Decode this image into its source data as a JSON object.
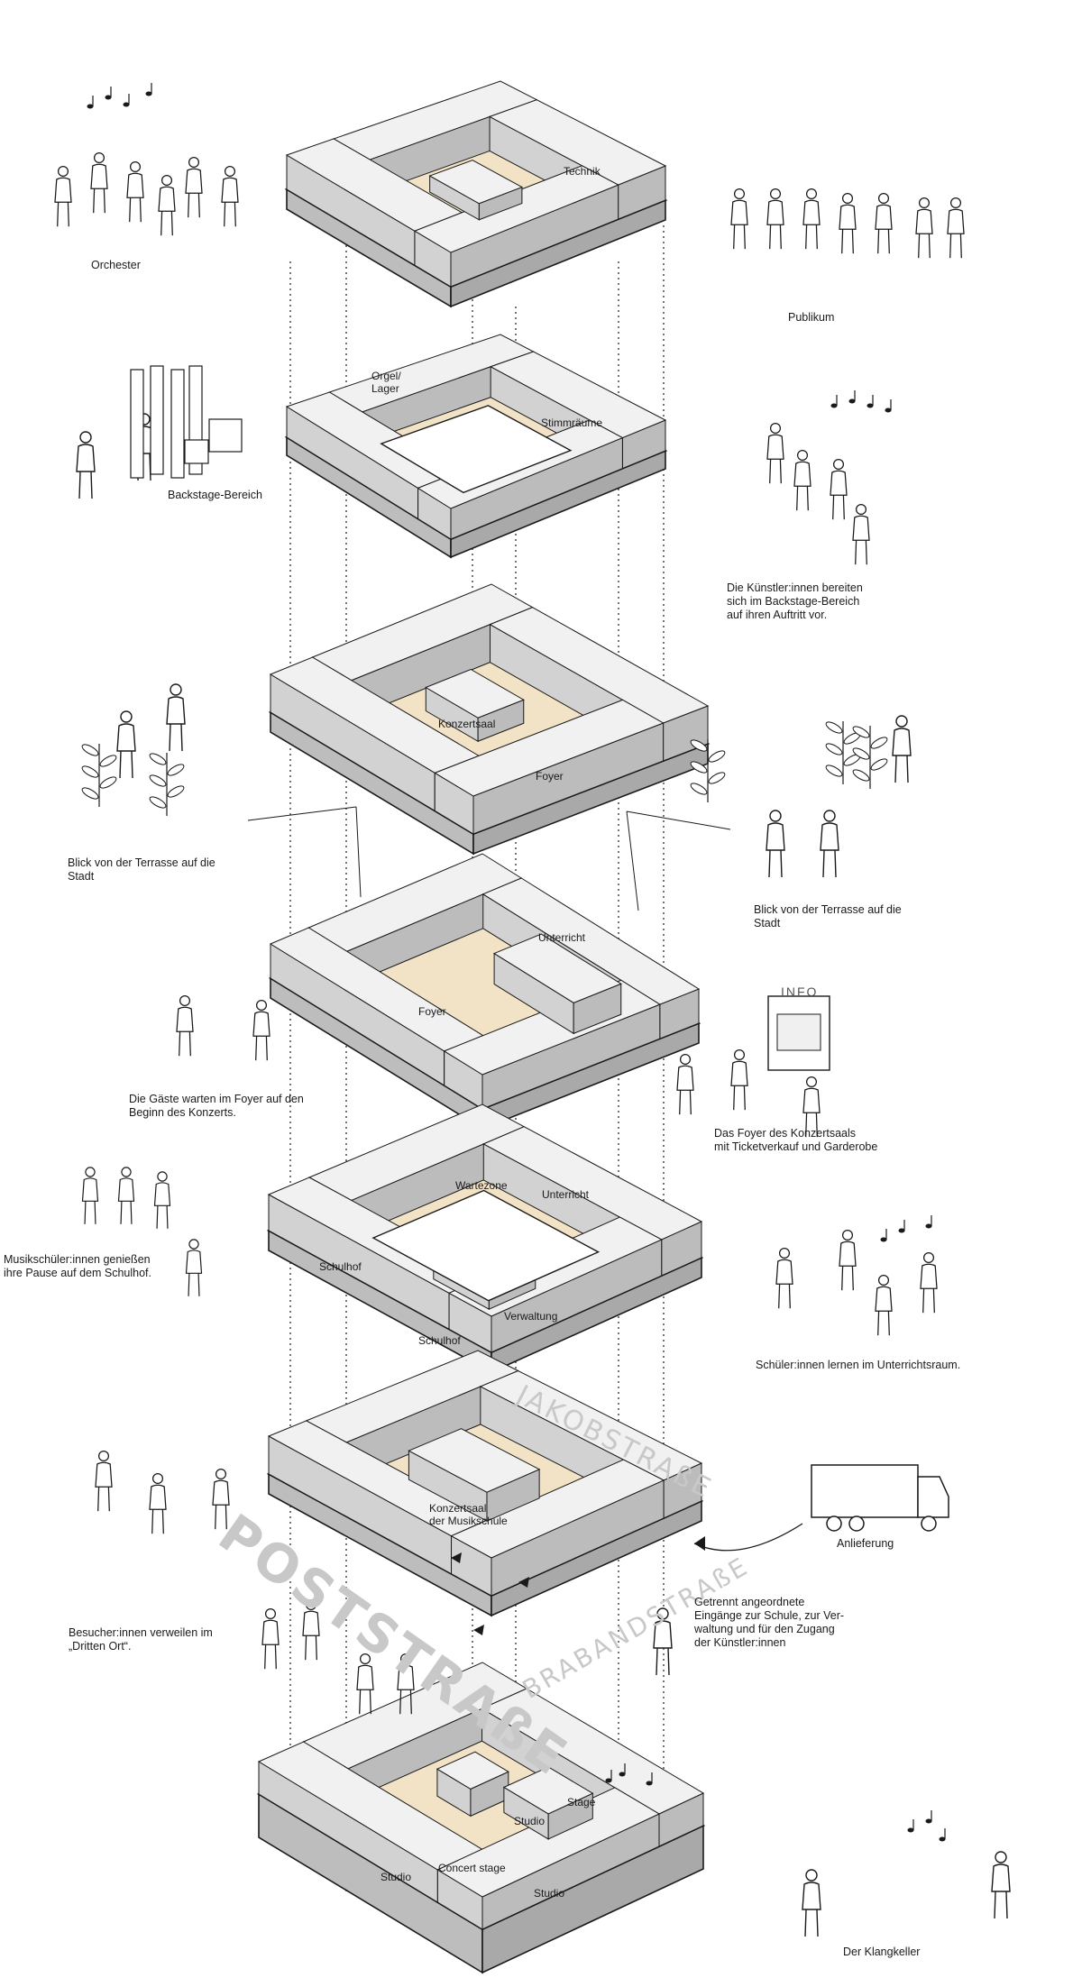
{
  "floor_labels": {
    "technik": "Technik",
    "orgel_lager": "Orgel/\nLager",
    "stimmraeume": "Stimmräume",
    "konzertsaal": "Konzertsaal",
    "foyer_upper": "Foyer",
    "unterricht_1": "Unterricht",
    "foyer_lower": "Foyer",
    "wartezone": "Wartezone",
    "unterricht_2": "Unterricht",
    "schulhof_1": "Schulhof",
    "verwaltung": "Verwaltung",
    "schulhof_2": "Schulhof",
    "konzertsaal_musikschule": "Konzertsaal\nder Musikschule",
    "stage": "Stage",
    "studio_1": "Studio",
    "studio_2": "Studio",
    "concert_stage": "Concert stage",
    "studio_3": "Studio"
  },
  "captions": {
    "orchester": "Orchester",
    "publikum": "Publikum",
    "backstage": "Backstage-Bereich",
    "kuenstler": "Die Künstler:innen bereiten\nsich im Backstage-Bereich\nauf ihren Auftritt vor.",
    "blick_left": "Blick von der Terrasse auf die\nStadt",
    "blick_right": "Blick von der Terrasse auf die\nStadt",
    "gaeste": "Die Gäste warten im Foyer auf den\nBeginn des Konzerts.",
    "foyer_konzertsaal": "Das Foyer des Konzertsaals\nmit Ticketverkauf und Garderobe",
    "musikschueler": "Musikschüler:innen genießen\nihre Pause auf dem Schulhof.",
    "schueler": "Schüler:innen lernen im Unterrichtsraum.",
    "anlieferung": "Anlieferung",
    "besucher": "Besucher:innen verweilen im\n„Dritten Ort“.",
    "getrennt": "Getrennt angeordnete\nEingänge zur Schule, zur Ver-\nwaltung und für den Zugang\nder Künstler:innen",
    "klangkeller": "Der Klangkeller",
    "info_sign": "INFO"
  },
  "streets": {
    "jakob": "JAKOBSTRAßE",
    "post": "POSTSTRAßE",
    "braband": "BRABANDSTRAßE"
  },
  "colors": {
    "floor_fill": "#f3e3c6",
    "wall_top": "#f1f1f1",
    "wall_side": "#d2d2d2",
    "slab_side": "#bdbdbd",
    "line": "#1a1a1a",
    "street_text": "#c8c8c8"
  }
}
